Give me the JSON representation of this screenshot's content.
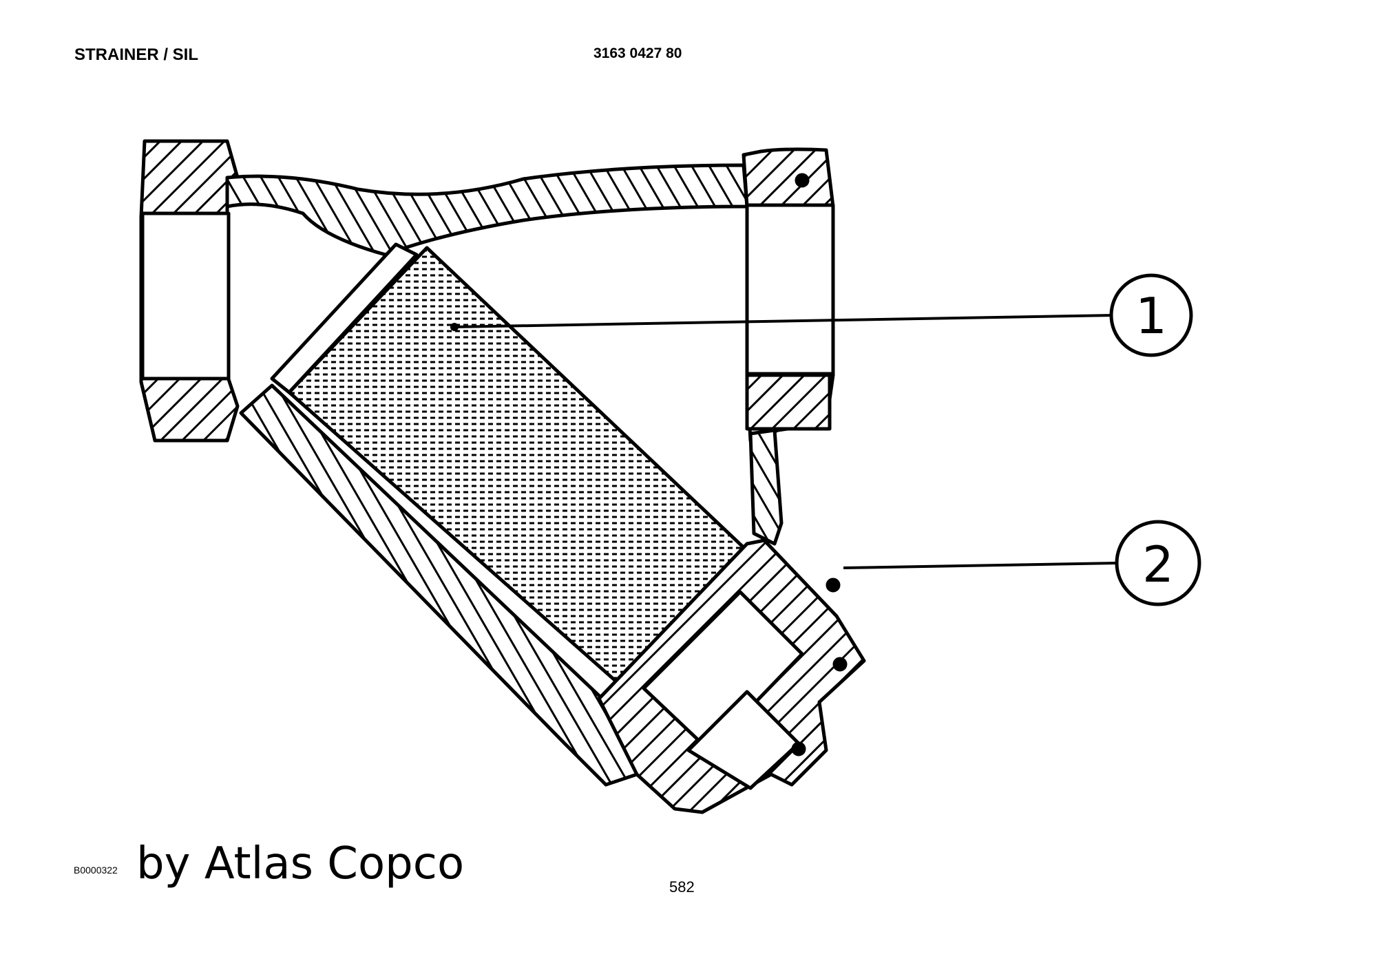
{
  "header": {
    "title": "STRAINER / SIL",
    "part_number": "3163 0427 80"
  },
  "footer": {
    "image_code": "B0000322",
    "brand": "by Atlas Copco",
    "page_number": "582"
  },
  "callouts": [
    {
      "label": "1"
    },
    {
      "label": "2"
    }
  ],
  "colors": {
    "ink": "#000000",
    "paper": "#ffffff"
  }
}
